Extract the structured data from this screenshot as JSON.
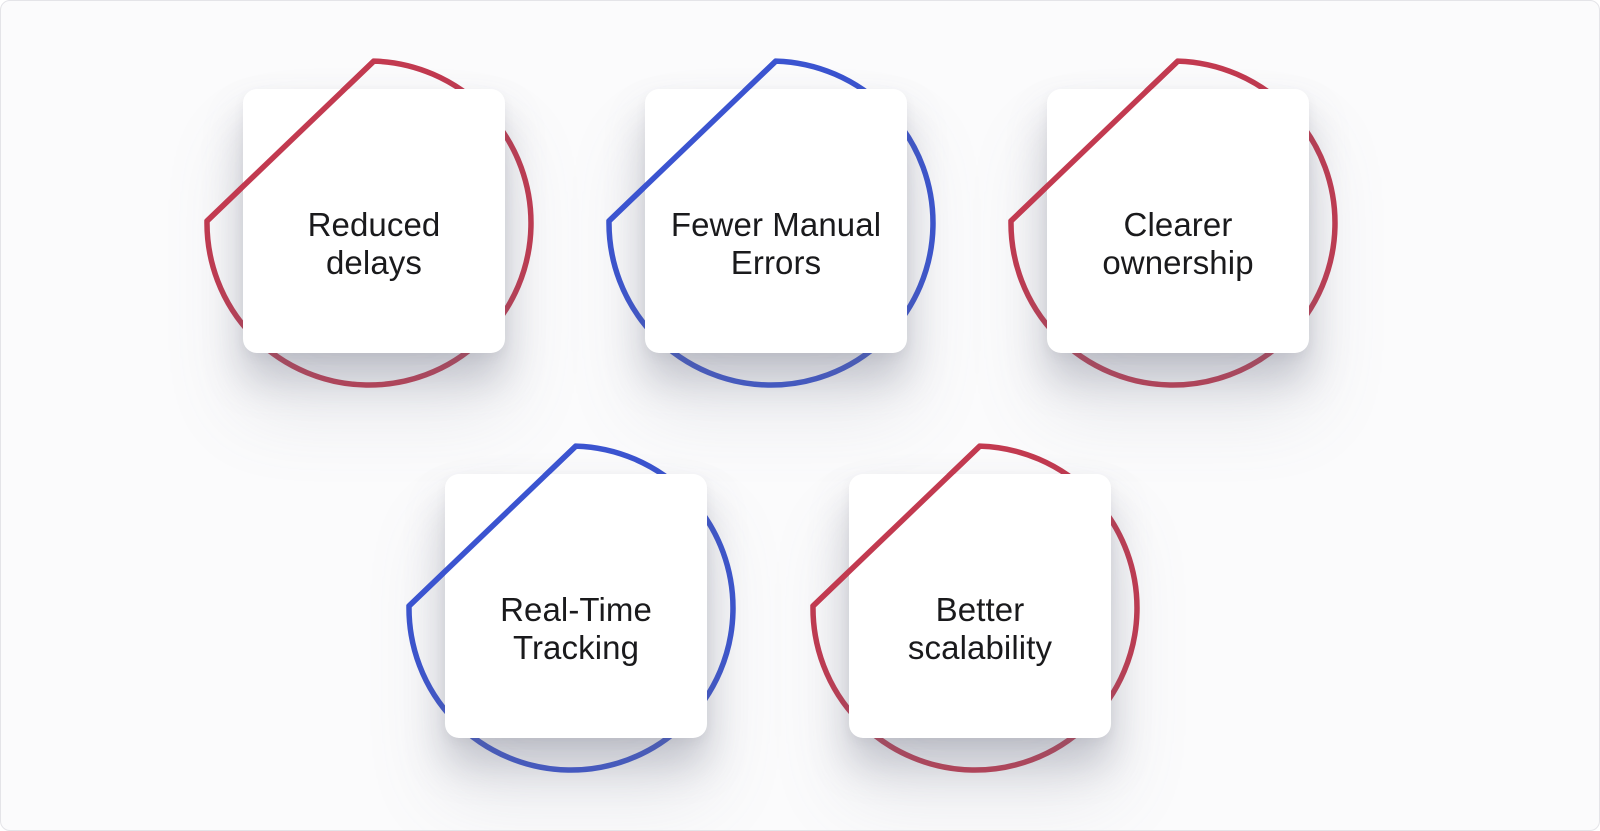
{
  "page": {
    "background": "#fbfbfc",
    "border_color": "#e4e4e8",
    "card_background": "#ffffff",
    "text_color": "#1a1a1c"
  },
  "colors": {
    "red": "#C23A50",
    "blue": "#3B54D0"
  },
  "cards": [
    {
      "id": "reduced-delays",
      "label": "Reduced delays",
      "lines": [
        "Reduced",
        "delays"
      ],
      "accent": "red",
      "accent_color": "#C23A50"
    },
    {
      "id": "fewer-manual-errors",
      "label": "Fewer Manual Errors",
      "lines": [
        "Fewer Manual",
        "Errors"
      ],
      "accent": "blue",
      "accent_color": "#3B54D0"
    },
    {
      "id": "clearer-ownership",
      "label": "Clearer ownership",
      "lines": [
        "Clearer",
        "ownership"
      ],
      "accent": "red",
      "accent_color": "#C23A50"
    },
    {
      "id": "real-time-tracking",
      "label": "Real-Time Tracking",
      "lines": [
        "Real-Time",
        "Tracking"
      ],
      "accent": "blue",
      "accent_color": "#3B54D0"
    },
    {
      "id": "better-scalability",
      "label": "Better scalability",
      "lines": [
        "Better",
        "scalability"
      ],
      "accent": "red",
      "accent_color": "#C23A50"
    }
  ]
}
